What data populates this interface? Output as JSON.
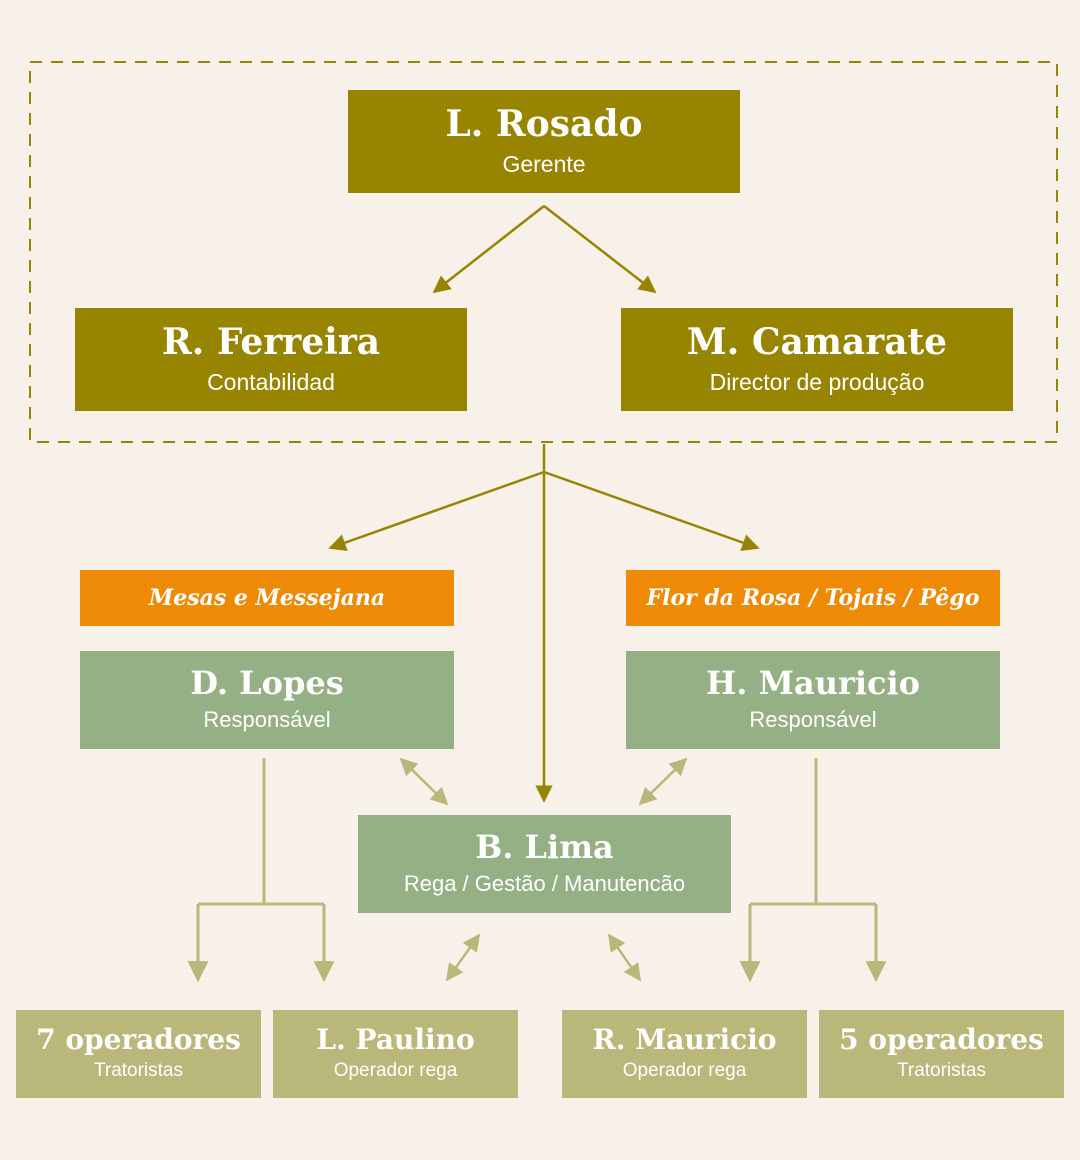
{
  "management": {
    "gerente": {
      "name": "L. Rosado",
      "role": "Gerente"
    },
    "contabilidade": {
      "name": "R. Ferreira",
      "role": "Contabilidad"
    },
    "director": {
      "name": "M. Camarate",
      "role": "Director de produção"
    }
  },
  "regions": {
    "left": "Mesas e Messejana",
    "right": "Flor da Rosa / Tojais / Pêgo"
  },
  "responsaveis": {
    "left": {
      "name": "D. Lopes",
      "role": "Responsável"
    },
    "right": {
      "name": "H. Mauricio",
      "role": "Responsável"
    }
  },
  "central": {
    "name": "B. Lima",
    "role": "Rega / Gestão / Manutencão"
  },
  "operators": [
    {
      "name": "7 operadores",
      "role": "Tratoristas"
    },
    {
      "name": "L. Paulino",
      "role": "Operador rega"
    },
    {
      "name": "R. Mauricio",
      "role": "Operador rega"
    },
    {
      "name": "5 operadores",
      "role": "Tratoristas"
    }
  ],
  "colors": {
    "olive": "#978400",
    "orange": "#ef8a06",
    "green": "#94b084",
    "sand": "#b9b77a",
    "background": "#f8f1ea"
  }
}
